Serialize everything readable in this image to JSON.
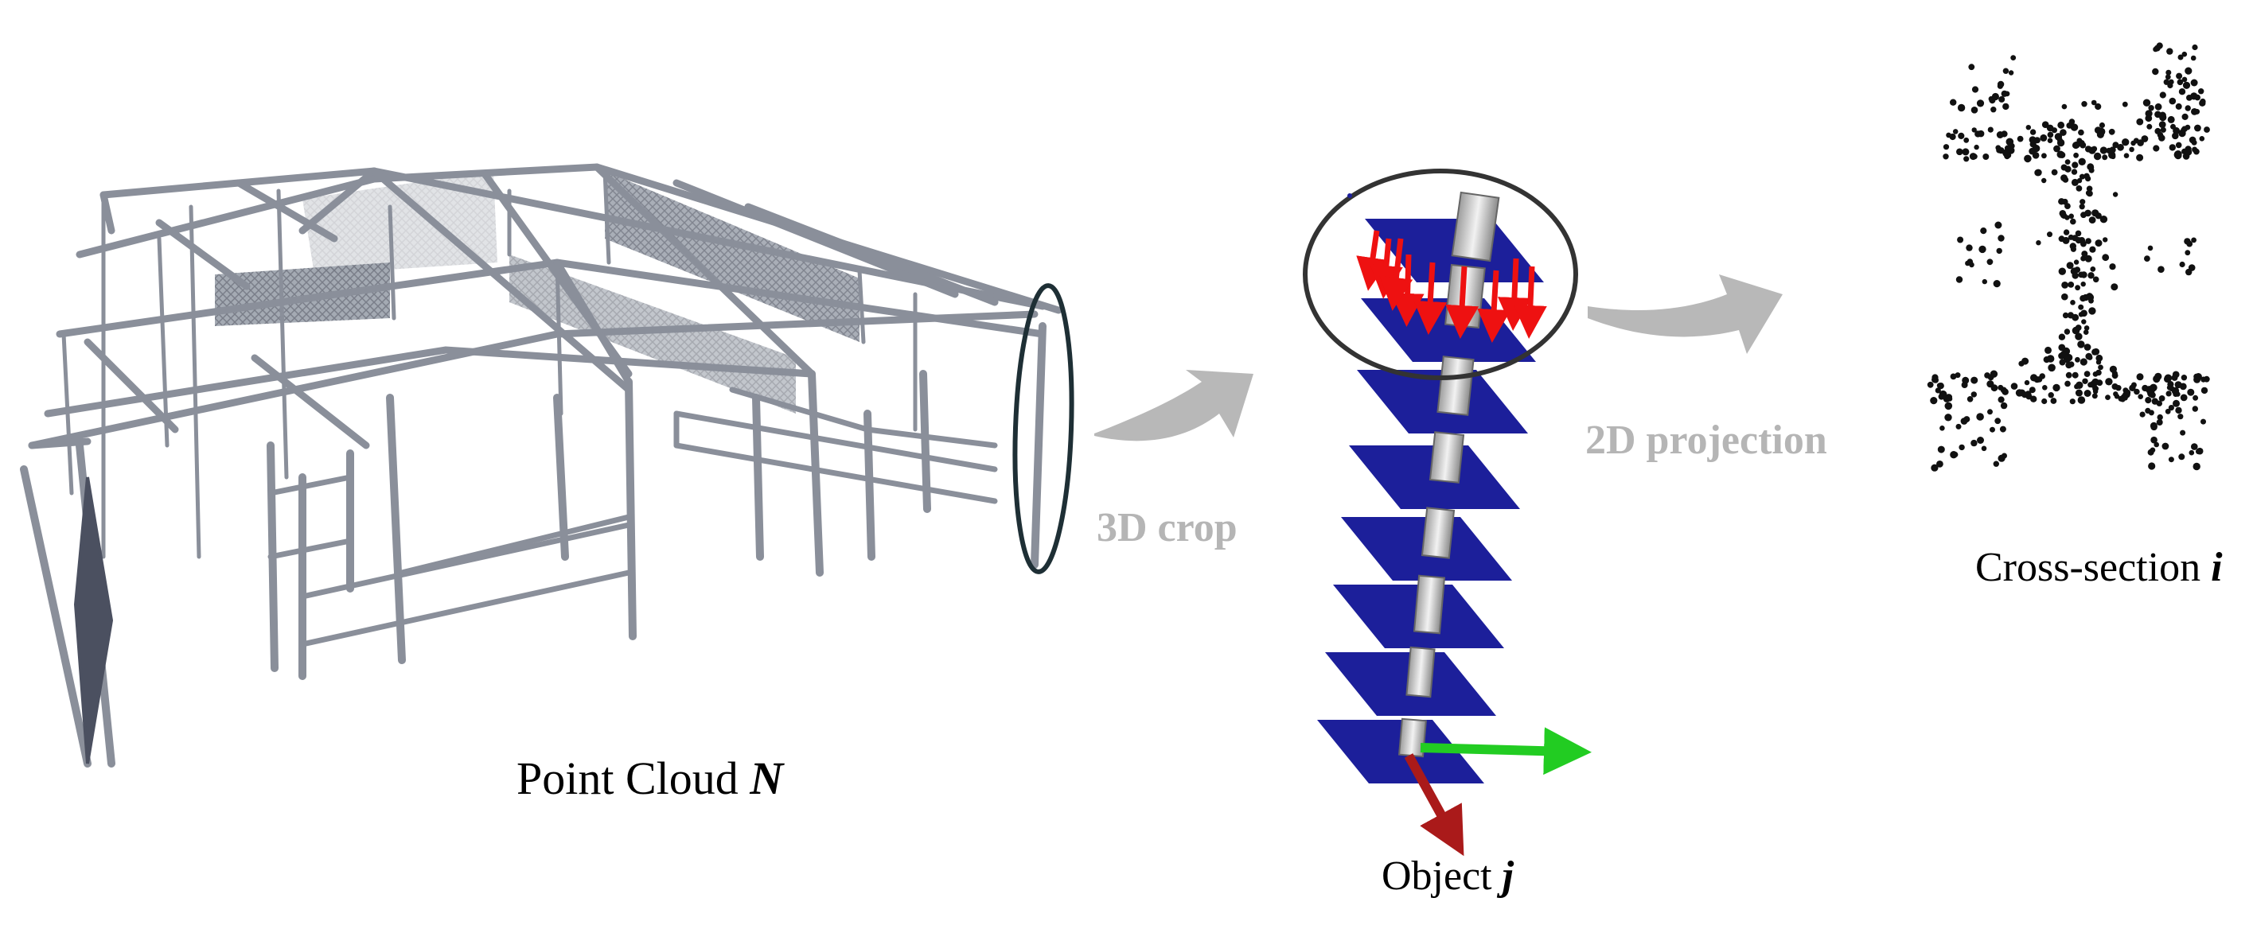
{
  "labels": {
    "point_cloud_text": "Point Cloud ",
    "point_cloud_var": "N",
    "crop_3d": "3D crop",
    "projection_2d": "2D projection",
    "object_text": "Object ",
    "object_var": "j",
    "cross_section_text": "Cross-section ",
    "cross_section_var": "i"
  },
  "colors": {
    "steel": "#8a8f9a",
    "steel_dark": "#4b5060",
    "plane": "#1c1f9a",
    "red_arrow": "#ee1111",
    "green_axis": "#22cc22",
    "dark_red_axis": "#aa1a1a",
    "process_arrow": "#b8b8b8",
    "ellipse": "#1e2f35",
    "circle": "#333333"
  },
  "slices": {
    "count": 8,
    "highlighted": 2,
    "down_arrows": 9
  }
}
